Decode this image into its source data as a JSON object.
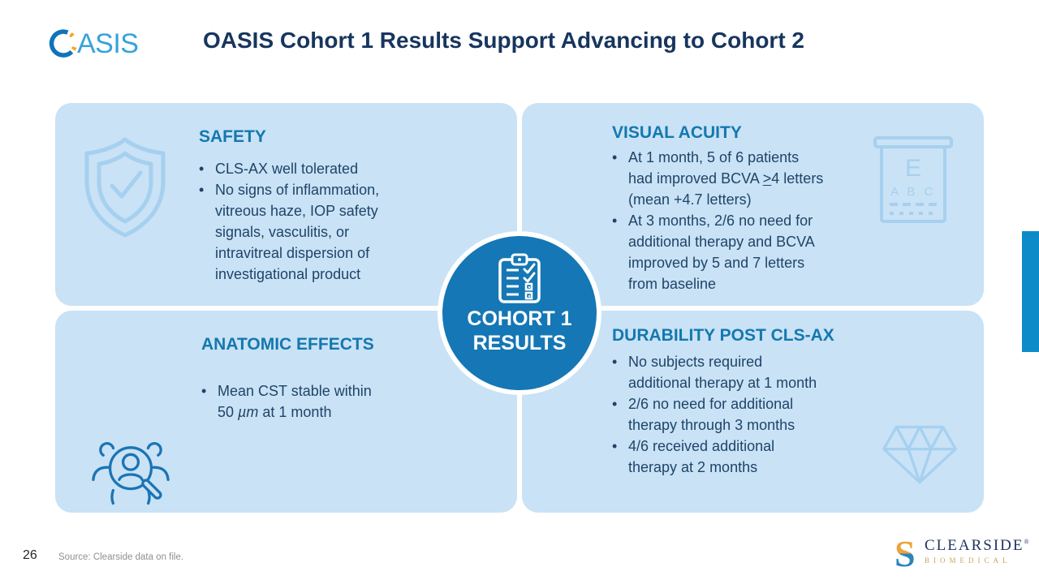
{
  "header": {
    "logo": {
      "rest": "ASIS"
    },
    "title": "OASIS Cohort 1 Results Support Advancing to Cohort 2"
  },
  "center_badge": {
    "line1": "COHORT 1",
    "line2": "RESULTS"
  },
  "ui": {
    "bullet_char": "•"
  },
  "quadrants": {
    "safety": {
      "heading": "SAFETY",
      "bullets": [
        "CLS-AX well tolerated",
        "No signs of inflammation, vitreous haze, IOP safety signals, vasculitis, or intravitreal dispersion of investigational product"
      ]
    },
    "visual_acuity": {
      "heading": "VISUAL ACUITY",
      "bullet1_line1": "At 1 month, 5 of 6 patients",
      "bullet1_line2_pre": "had improved BCVA ",
      "bullet1_geq": ">",
      "bullet1_line2_post": "4 letters",
      "bullet1_line3": "(mean +4.7 letters)",
      "bullet2": "At 3 months, 2/6 no need for additional therapy and BCVA improved by 5 and 7 letters from baseline"
    },
    "anatomic_effects": {
      "heading": "ANATOMIC EFFECTS",
      "bullet1_pre": "Mean CST stable within 50 ",
      "bullet1_unit": "µm",
      "bullet1_post": " at 1 month"
    },
    "durability": {
      "heading": "DURABILITY POST CLS-AX",
      "bullets": [
        "No subjects required additional therapy at 1 month",
        "2/6 no need for additional therapy through 3 months",
        "4/6 received additional therapy at 2 months"
      ]
    }
  },
  "icons": {
    "eye_chart": {
      "big_letter": "E",
      "row2": "A B C"
    }
  },
  "footer": {
    "page_number": "26",
    "source": "Source: Clearside data on file.",
    "brand": {
      "initial": "S",
      "name": "CLEARSIDE",
      "reg": "®",
      "subtitle": "BIOMEDICAL"
    }
  },
  "colors": {
    "panel_bg": "#C9E2F5",
    "heading": "#1478AF",
    "body_text": "#1F4469",
    "title_text": "#17355E",
    "circle_blue": "#1577B5",
    "icon_light_blue": "#A6D0EF",
    "icon_dark_blue": "#1B74B4",
    "accent_bar": "#0D8BC9",
    "logo_blue": "#0F74BA",
    "logo_light_blue": "#35A3DB",
    "logo_orange": "#F5A623",
    "brand_navy": "#1F3660",
    "brand_gold": "#C9A45C"
  }
}
